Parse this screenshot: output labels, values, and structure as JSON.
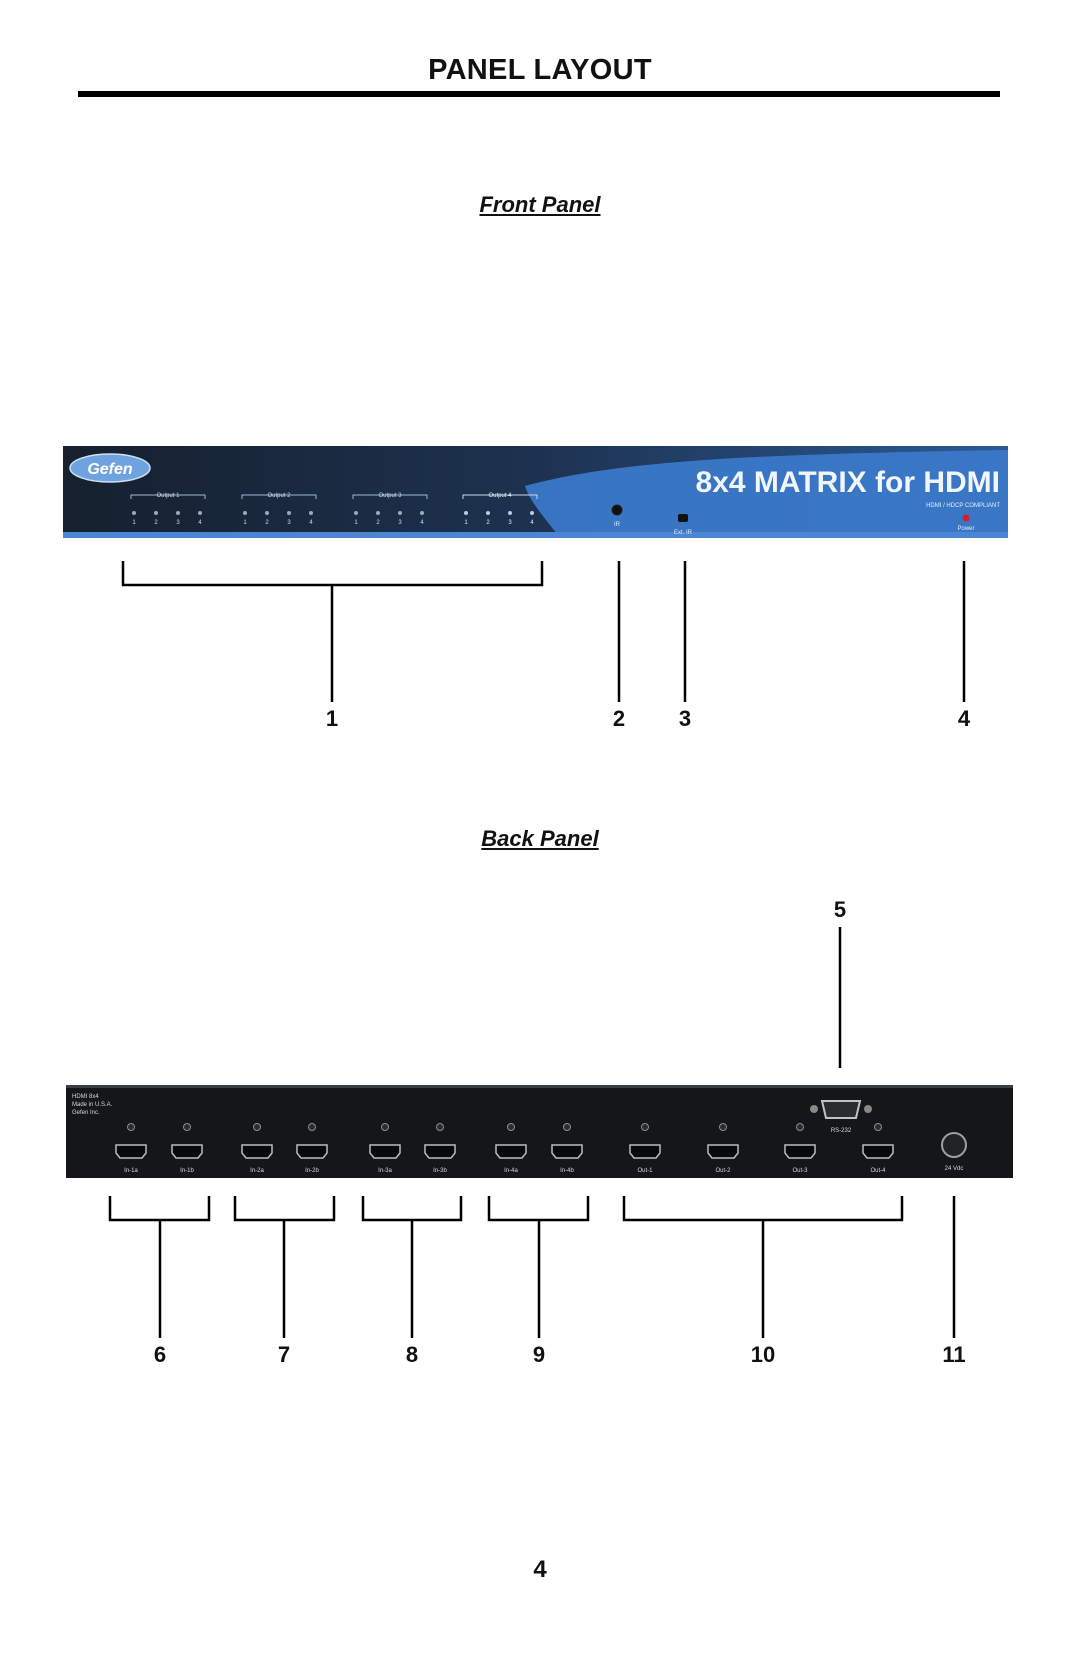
{
  "page": {
    "title": "PANEL LAYOUT",
    "page_number": "4"
  },
  "front_panel": {
    "heading": "Front Panel",
    "brand": "Gefen",
    "product_name": "8x4 MATRIX for HDMI",
    "compliance": "HDMI / HDCP COMPLIANT",
    "ir_label": "IR",
    "button_label": "Ext. IR",
    "power_label": "Power",
    "output_groups": [
      {
        "label": "Output 1",
        "leds": [
          "1",
          "2",
          "3",
          "4"
        ]
      },
      {
        "label": "Output 2",
        "leds": [
          "1",
          "2",
          "3",
          "4"
        ]
      },
      {
        "label": "Output 3",
        "leds": [
          "1",
          "2",
          "3",
          "4"
        ]
      },
      {
        "label": "Output 4",
        "leds": [
          "1",
          "2",
          "3",
          "4"
        ]
      }
    ],
    "callouts": [
      "1",
      "2",
      "3",
      "4"
    ],
    "colors": {
      "panel_blue": "#3a78c8",
      "panel_dark": "#16202e",
      "power_led": "#d42020"
    }
  },
  "back_panel": {
    "heading": "Back Panel",
    "label_text": [
      "HDMI 8x4",
      "Made in U.S.A.",
      "Gefen Inc."
    ],
    "serial_label": "RS-232",
    "power_label": "24 Vdc",
    "ports": [
      "In-1a",
      "In-1b",
      "In-2a",
      "In-2b",
      "In-3a",
      "In-3b",
      "In-4a",
      "In-4b",
      "Out-1",
      "Out-2",
      "Out-3",
      "Out-4"
    ],
    "callouts": [
      "5",
      "6",
      "7",
      "8",
      "9",
      "10",
      "11"
    ],
    "colors": {
      "panel_dark": "#141618"
    }
  }
}
